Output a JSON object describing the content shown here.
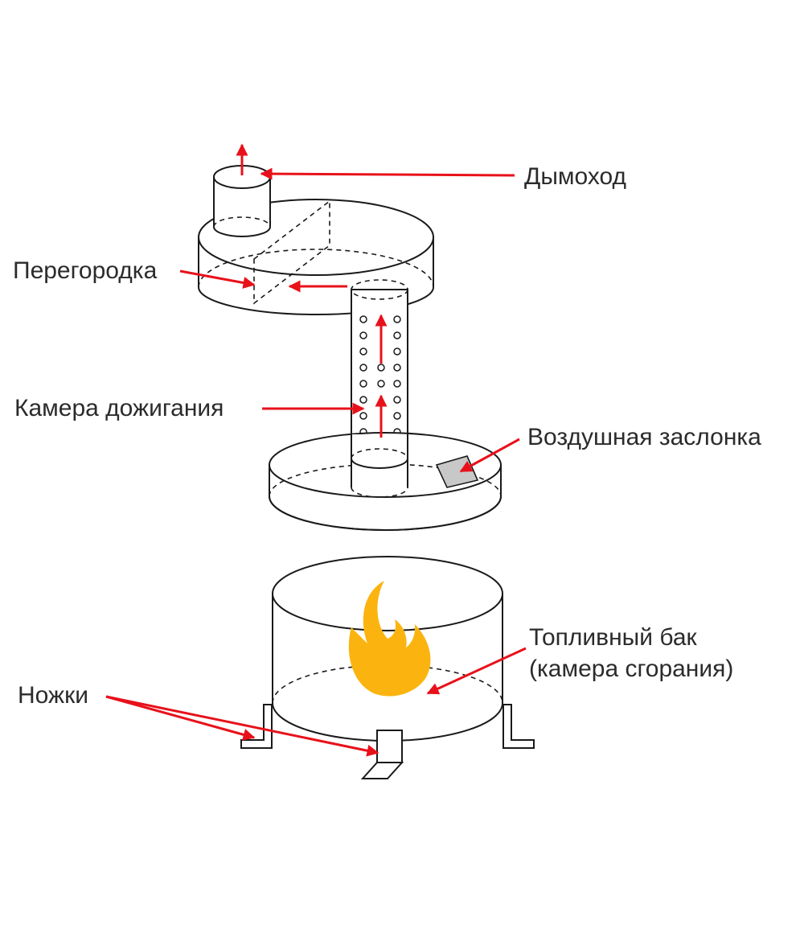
{
  "labels": {
    "chimney": "Дымоход",
    "partition": "Перегородка",
    "afterburner": "Камера дожигания",
    "air_damper": "Воздушная заслонка",
    "fuel_tank_line1": "Топливный бак",
    "fuel_tank_line2": "(камера сгорания)",
    "legs": "Ножки"
  },
  "colors": {
    "arrow": "#e8111a",
    "outline": "#1a1a1a",
    "flame": "#fbb40f",
    "damper": "#c8c8c8",
    "text": "#2b2b2b"
  },
  "icons": {
    "flame": "flame-icon"
  }
}
